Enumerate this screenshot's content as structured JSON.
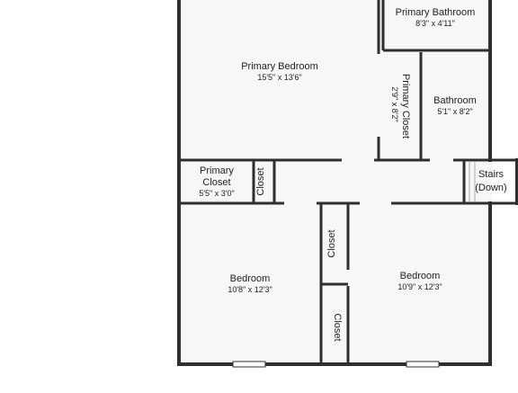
{
  "colors": {
    "floor": "#f7f7f7",
    "wall": "#2f2f2f",
    "window": "#ffffff",
    "background": "#ffffff"
  },
  "rooms": {
    "primary_bathroom": {
      "name": "Primary Bathroom",
      "dims": "8'3\" x 4'11\""
    },
    "primary_bedroom": {
      "name": "Primary Bedroom",
      "dims": "15'5\" x 13'6\""
    },
    "primary_closet_vertical": {
      "name": "Primary Closet",
      "dims": "2'9\" x 8'2\""
    },
    "bathroom": {
      "name": "Bathroom",
      "dims": "5'1\" x 8'2\""
    },
    "primary_closet_small": {
      "name_line1": "Primary",
      "name_line2": "Closet",
      "dims": "5'5\" x 3'0\""
    },
    "hall_closet": {
      "name": "Closet"
    },
    "stairs": {
      "name_line1": "Stairs",
      "name_line2": "(Down)"
    },
    "bedroom_left": {
      "name": "Bedroom",
      "dims": "10'8\" x 12'3\""
    },
    "bedroom_right": {
      "name": "Bedroom",
      "dims": "10'9\" x 12'3\""
    },
    "closet_upper": {
      "name": "Closet"
    },
    "closet_lower": {
      "name": "Closet"
    }
  }
}
